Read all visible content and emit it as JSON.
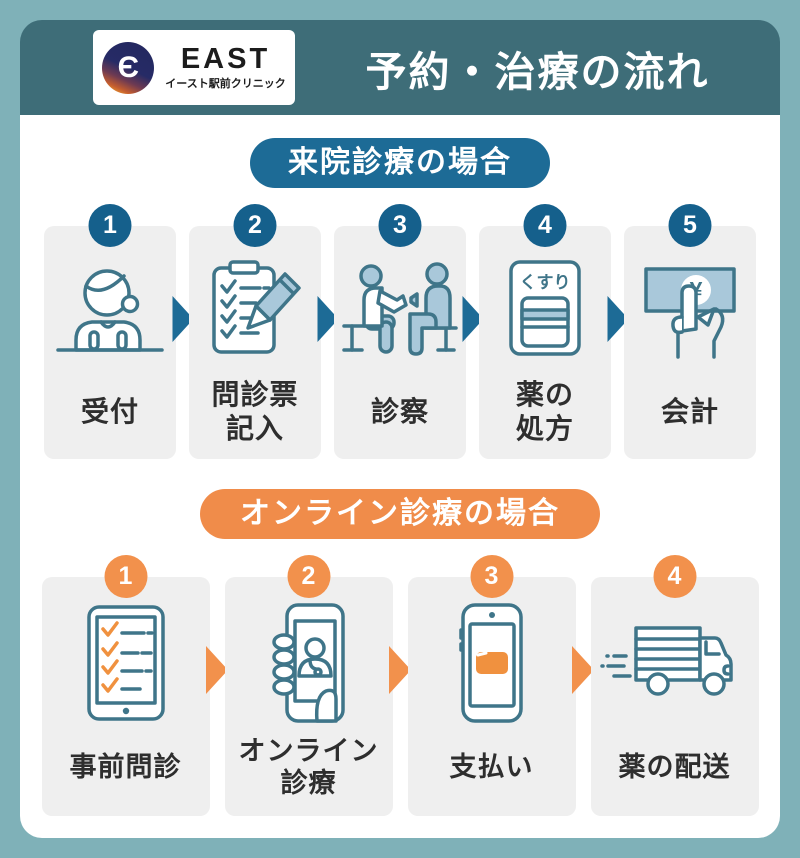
{
  "header": {
    "brand": "EAST",
    "brand_subtitle": "イースト駅前クリニック",
    "logo_glyph": "Є",
    "title": "予約・治療の流れ"
  },
  "sections": [
    {
      "badge_label": "来院診療の場合",
      "accent_color": "#1d6b96",
      "steps": [
        {
          "num": "1",
          "line1": "受付",
          "icon": "receptionist-icon"
        },
        {
          "num": "2",
          "line1": "問診票",
          "line2": "記入",
          "icon": "questionnaire-icon"
        },
        {
          "num": "3",
          "line1": "診察",
          "icon": "consultation-icon"
        },
        {
          "num": "4",
          "line1": "薬の",
          "line2": "処方",
          "icon": "medicine-bag-icon",
          "icon_text": "くすり"
        },
        {
          "num": "5",
          "line1": "会計",
          "icon": "payment-icon",
          "icon_text": "¥"
        }
      ]
    },
    {
      "badge_label": "オンライン診療の場合",
      "accent_color": "#f08c4a",
      "steps": [
        {
          "num": "1",
          "line1": "事前問診",
          "icon": "pre-interview-tablet-icon"
        },
        {
          "num": "2",
          "line1": "オンライン",
          "line2": "診療",
          "icon": "video-call-icon"
        },
        {
          "num": "3",
          "line1": "支払い",
          "icon": "mobile-payment-icon"
        },
        {
          "num": "4",
          "line1": "薬の配送",
          "icon": "delivery-truck-icon"
        }
      ]
    }
  ],
  "colors": {
    "background_frame": "#7fb1b8",
    "header_panel": "#3e6d78",
    "accent_blue": "#1d6b96",
    "accent_orange": "#f08c4a",
    "card_background": "#efefef",
    "icon_line": "#3f7589",
    "icon_fill": "#a9c8da",
    "text": "#2e2e2e"
  }
}
